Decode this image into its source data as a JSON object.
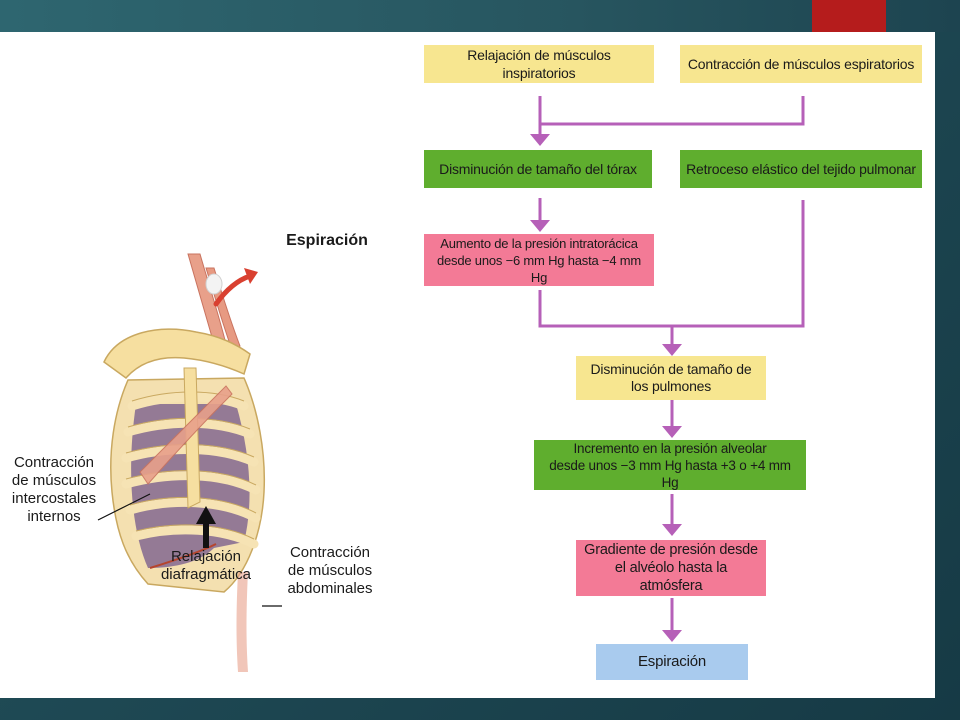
{
  "diagram": {
    "boxes": {
      "relajacion_inspiratorios": "Relajación de músculos inspiratorios",
      "contraccion_espiratorios": "Contracción de músculos espiratorios",
      "disminucion_torax": "Disminución de tamaño del tórax",
      "retroceso_elastico": "Retroceso elástico del tejido pulmonar",
      "aumento_presion": "Aumento de la presión intratorácica\ndesde unos −6 mm Hg hasta −4 mm Hg",
      "disminucion_pulmones": "Disminución de tamaño de\nlos pulmones",
      "incremento_presion": "Incremento en la presión alveolar\ndesde unos −3 mm Hg hasta +3 o +4 mm Hg",
      "gradiente_presion": "Gradiente de presión desde\nel alvéolo hasta la atmósfera",
      "espiracion_final": "Espiración"
    },
    "illustration_labels": {
      "espiracion": "Espiración",
      "intercostales": "Contracción\nde músculos\nintercostales\ninternos",
      "diafragmatica": "Relajación\ndiafragmática",
      "abdominales": "Contracción\nde músculos\nabdominales"
    },
    "colors": {
      "yellow": "#f7e690",
      "green": "#5fae2e",
      "pink": "#f37a96",
      "blue": "#a9cbee",
      "connector": "#b660b8",
      "accent_red": "#b51c1c"
    }
  }
}
